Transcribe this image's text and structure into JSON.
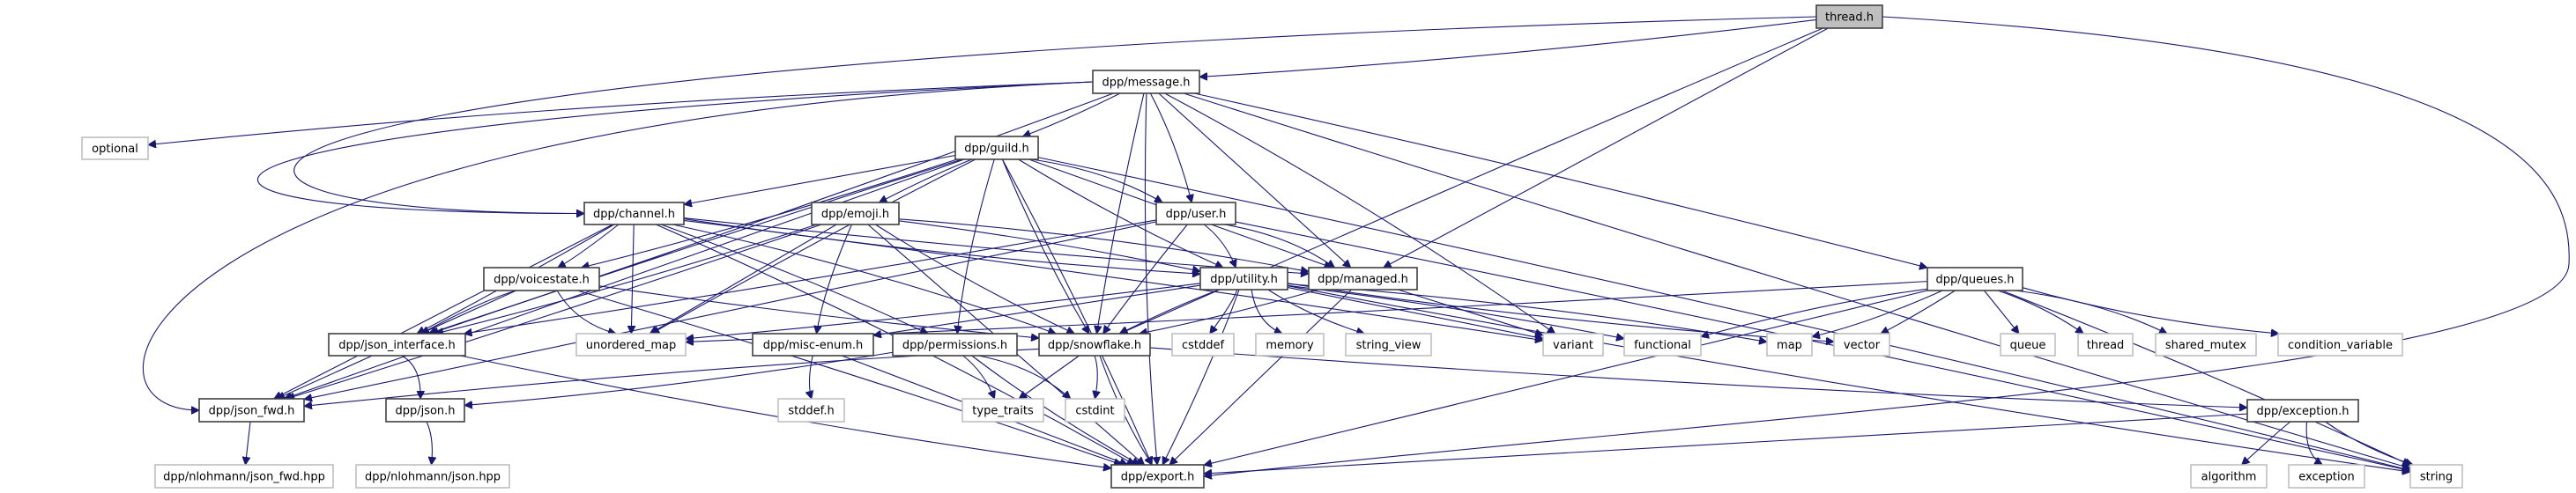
{
  "title": "thread.h include dependency graph",
  "colors": {
    "edge": "#191970",
    "root_fill": "#bfbfbf",
    "internal_border": "#404040",
    "external_border": "#bfbfbf"
  },
  "nodes": [
    {
      "id": "thread",
      "label": "thread.h",
      "kind": "root"
    },
    {
      "id": "message",
      "label": "dpp/message.h",
      "kind": "internal"
    },
    {
      "id": "optional",
      "label": "optional",
      "kind": "external"
    },
    {
      "id": "guild",
      "label": "dpp/guild.h",
      "kind": "internal"
    },
    {
      "id": "channel",
      "label": "dpp/channel.h",
      "kind": "internal"
    },
    {
      "id": "emoji",
      "label": "dpp/emoji.h",
      "kind": "internal"
    },
    {
      "id": "user",
      "label": "dpp/user.h",
      "kind": "internal"
    },
    {
      "id": "voicestate",
      "label": "dpp/voicestate.h",
      "kind": "internal"
    },
    {
      "id": "utility",
      "label": "dpp/utility.h",
      "kind": "internal"
    },
    {
      "id": "managed",
      "label": "dpp/managed.h",
      "kind": "internal"
    },
    {
      "id": "queues",
      "label": "dpp/queues.h",
      "kind": "internal"
    },
    {
      "id": "json_interface",
      "label": "dpp/json_interface.h",
      "kind": "internal"
    },
    {
      "id": "unordered_map",
      "label": "unordered_map",
      "kind": "external"
    },
    {
      "id": "misc_enum",
      "label": "dpp/misc-enum.h",
      "kind": "internal"
    },
    {
      "id": "permissions",
      "label": "dpp/permissions.h",
      "kind": "internal"
    },
    {
      "id": "snowflake",
      "label": "dpp/snowflake.h",
      "kind": "internal"
    },
    {
      "id": "cstddef",
      "label": "cstddef",
      "kind": "external"
    },
    {
      "id": "memory",
      "label": "memory",
      "kind": "external"
    },
    {
      "id": "string_view",
      "label": "string_view",
      "kind": "external"
    },
    {
      "id": "variant",
      "label": "variant",
      "kind": "external"
    },
    {
      "id": "functional",
      "label": "functional",
      "kind": "external"
    },
    {
      "id": "map",
      "label": "map",
      "kind": "external"
    },
    {
      "id": "vector",
      "label": "vector",
      "kind": "external"
    },
    {
      "id": "queue",
      "label": "queue",
      "kind": "external"
    },
    {
      "id": "thread_std",
      "label": "thread",
      "kind": "external"
    },
    {
      "id": "shared_mutex",
      "label": "shared_mutex",
      "kind": "external"
    },
    {
      "id": "condition_variable",
      "label": "condition_variable",
      "kind": "external"
    },
    {
      "id": "json_fwd",
      "label": "dpp/json_fwd.h",
      "kind": "internal"
    },
    {
      "id": "json",
      "label": "dpp/json.h",
      "kind": "internal"
    },
    {
      "id": "stddef",
      "label": "stddef.h",
      "kind": "external"
    },
    {
      "id": "type_traits",
      "label": "type_traits",
      "kind": "external"
    },
    {
      "id": "cstdint",
      "label": "cstdint",
      "kind": "external"
    },
    {
      "id": "exception_h",
      "label": "dpp/exception.h",
      "kind": "internal"
    },
    {
      "id": "nlohmann_json_fwd",
      "label": "dpp/nlohmann/json_fwd.hpp",
      "kind": "external"
    },
    {
      "id": "nlohmann_json",
      "label": "dpp/nlohmann/json.hpp",
      "kind": "external"
    },
    {
      "id": "export",
      "label": "dpp/export.h",
      "kind": "internal"
    },
    {
      "id": "algorithm",
      "label": "algorithm",
      "kind": "external"
    },
    {
      "id": "exception",
      "label": "exception",
      "kind": "external"
    },
    {
      "id": "string",
      "label": "string",
      "kind": "external"
    }
  ],
  "edges": [
    [
      "thread",
      "message"
    ],
    [
      "thread",
      "channel"
    ],
    [
      "thread",
      "managed"
    ],
    [
      "thread",
      "snowflake"
    ],
    [
      "thread",
      "export"
    ],
    [
      "message",
      "optional"
    ],
    [
      "message",
      "guild"
    ],
    [
      "message",
      "channel"
    ],
    [
      "message",
      "user"
    ],
    [
      "message",
      "json_fwd"
    ],
    [
      "message",
      "json_interface"
    ],
    [
      "message",
      "snowflake"
    ],
    [
      "message",
      "managed"
    ],
    [
      "message",
      "queues"
    ],
    [
      "message",
      "variant"
    ],
    [
      "message",
      "export"
    ],
    [
      "message",
      "string"
    ],
    [
      "guild",
      "channel"
    ],
    [
      "guild",
      "emoji"
    ],
    [
      "guild",
      "user"
    ],
    [
      "guild",
      "voicestate"
    ],
    [
      "guild",
      "utility"
    ],
    [
      "guild",
      "managed"
    ],
    [
      "guild",
      "json_interface"
    ],
    [
      "guild",
      "unordered_map"
    ],
    [
      "guild",
      "permissions"
    ],
    [
      "guild",
      "snowflake"
    ],
    [
      "guild",
      "json_fwd"
    ],
    [
      "guild",
      "export"
    ],
    [
      "guild",
      "string"
    ],
    [
      "channel",
      "voicestate"
    ],
    [
      "channel",
      "json_interface"
    ],
    [
      "channel",
      "unordered_map"
    ],
    [
      "channel",
      "permissions"
    ],
    [
      "channel",
      "snowflake"
    ],
    [
      "channel",
      "utility"
    ],
    [
      "channel",
      "managed"
    ],
    [
      "channel",
      "json_fwd"
    ],
    [
      "channel",
      "variant"
    ],
    [
      "channel",
      "export"
    ],
    [
      "emoji",
      "misc_enum"
    ],
    [
      "emoji",
      "snowflake"
    ],
    [
      "emoji",
      "unordered_map"
    ],
    [
      "emoji",
      "utility"
    ],
    [
      "emoji",
      "managed"
    ],
    [
      "emoji",
      "json_interface"
    ],
    [
      "emoji",
      "json_fwd"
    ],
    [
      "emoji",
      "export"
    ],
    [
      "user",
      "utility"
    ],
    [
      "user",
      "managed"
    ],
    [
      "user",
      "snowflake"
    ],
    [
      "user",
      "json_interface"
    ],
    [
      "user",
      "json_fwd"
    ],
    [
      "user",
      "string"
    ],
    [
      "voicestate",
      "json_interface"
    ],
    [
      "voicestate",
      "unordered_map"
    ],
    [
      "voicestate",
      "snowflake"
    ],
    [
      "voicestate",
      "json_fwd"
    ],
    [
      "voicestate",
      "export"
    ],
    [
      "utility",
      "cstddef"
    ],
    [
      "utility",
      "memory"
    ],
    [
      "utility",
      "string_view"
    ],
    [
      "utility",
      "variant"
    ],
    [
      "utility",
      "functional"
    ],
    [
      "utility",
      "map"
    ],
    [
      "utility",
      "vector"
    ],
    [
      "utility",
      "unordered_map"
    ],
    [
      "utility",
      "misc_enum"
    ],
    [
      "utility",
      "snowflake"
    ],
    [
      "utility",
      "export"
    ],
    [
      "utility",
      "string"
    ],
    [
      "managed",
      "snowflake"
    ],
    [
      "managed",
      "variant"
    ],
    [
      "managed",
      "export"
    ],
    [
      "queues",
      "functional"
    ],
    [
      "queues",
      "map"
    ],
    [
      "queues",
      "vector"
    ],
    [
      "queues",
      "queue"
    ],
    [
      "queues",
      "thread_std"
    ],
    [
      "queues",
      "shared_mutex"
    ],
    [
      "queues",
      "condition_variable"
    ],
    [
      "queues",
      "unordered_map"
    ],
    [
      "queues",
      "export"
    ],
    [
      "queues",
      "string"
    ],
    [
      "json_interface",
      "json"
    ],
    [
      "json_interface",
      "export"
    ],
    [
      "misc_enum",
      "stddef"
    ],
    [
      "misc_enum",
      "export"
    ],
    [
      "permissions",
      "type_traits"
    ],
    [
      "permissions",
      "cstdint"
    ],
    [
      "permissions",
      "json"
    ],
    [
      "permissions",
      "export"
    ],
    [
      "snowflake",
      "type_traits"
    ],
    [
      "snowflake",
      "cstdint"
    ],
    [
      "snowflake",
      "json_fwd"
    ],
    [
      "snowflake",
      "exception_h"
    ],
    [
      "snowflake",
      "export"
    ],
    [
      "json_fwd",
      "nlohmann_json_fwd"
    ],
    [
      "json",
      "nlohmann_json"
    ],
    [
      "exception_h",
      "algorithm"
    ],
    [
      "exception_h",
      "exception"
    ],
    [
      "exception_h",
      "string"
    ],
    [
      "exception_h",
      "export"
    ]
  ]
}
